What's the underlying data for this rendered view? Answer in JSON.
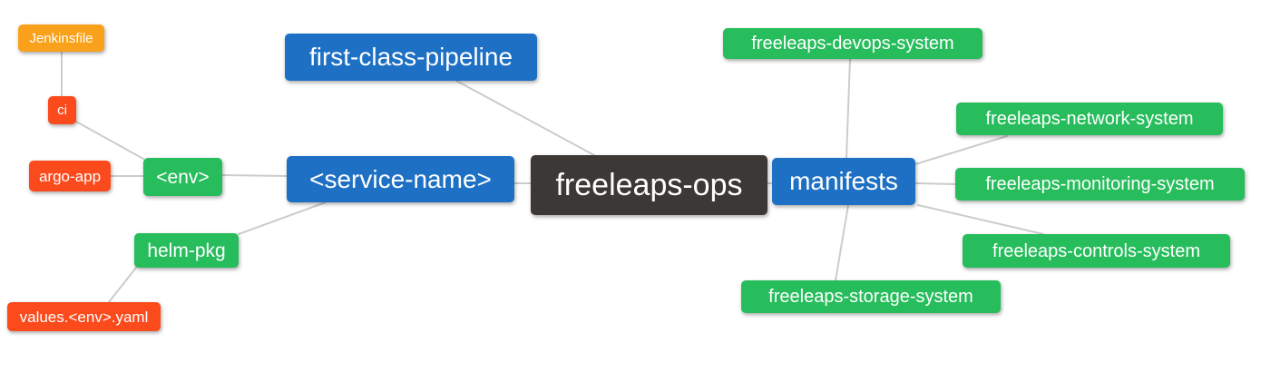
{
  "diagram": {
    "type": "mindmap",
    "colors": {
      "root_bg": "#3c3836",
      "branch_bg": "#1d70c4",
      "green_bg": "#27bd5c",
      "orange_bg": "#f9a11b",
      "red_bg": "#fb4a1c",
      "edge": "#cccccc",
      "text": "#ffffff",
      "canvas_bg": "#ffffff"
    },
    "nodes": [
      {
        "id": "jenkinsfile",
        "label": "Jenkinsfile",
        "color": "orange"
      },
      {
        "id": "ci",
        "label": "ci",
        "color": "red"
      },
      {
        "id": "argo-app",
        "label": "argo-app",
        "color": "red"
      },
      {
        "id": "env",
        "label": "<env>",
        "color": "green"
      },
      {
        "id": "helm-pkg",
        "label": "helm-pkg",
        "color": "green"
      },
      {
        "id": "values-env-yaml",
        "label": "values.<env>.yaml",
        "color": "red"
      },
      {
        "id": "first-class-pipeline",
        "label": "first-class-pipeline",
        "color": "blue"
      },
      {
        "id": "service-name",
        "label": "<service-name>",
        "color": "blue"
      },
      {
        "id": "freeleaps-ops",
        "label": "freeleaps-ops",
        "color": "dark"
      },
      {
        "id": "manifests",
        "label": "manifests",
        "color": "blue"
      },
      {
        "id": "devops-system",
        "label": "freeleaps-devops-system",
        "color": "green"
      },
      {
        "id": "network-system",
        "label": "freeleaps-network-system",
        "color": "green"
      },
      {
        "id": "monitoring-system",
        "label": "freeleaps-monitoring-system",
        "color": "green"
      },
      {
        "id": "controls-system",
        "label": "freeleaps-controls-system",
        "color": "green"
      },
      {
        "id": "storage-system",
        "label": "freeleaps-storage-system",
        "color": "green"
      }
    ],
    "edges": [
      {
        "from": "freeleaps-ops",
        "to": "first-class-pipeline"
      },
      {
        "from": "freeleaps-ops",
        "to": "<service-name>"
      },
      {
        "from": "freeleaps-ops",
        "to": "manifests"
      },
      {
        "from": "<service-name>",
        "to": "<env>"
      },
      {
        "from": "<service-name>",
        "to": "helm-pkg"
      },
      {
        "from": "<env>",
        "to": "ci"
      },
      {
        "from": "<env>",
        "to": "argo-app"
      },
      {
        "from": "ci",
        "to": "Jenkinsfile"
      },
      {
        "from": "helm-pkg",
        "to": "values.<env>.yaml"
      },
      {
        "from": "manifests",
        "to": "freeleaps-devops-system"
      },
      {
        "from": "manifests",
        "to": "freeleaps-network-system"
      },
      {
        "from": "manifests",
        "to": "freeleaps-monitoring-system"
      },
      {
        "from": "manifests",
        "to": "freeleaps-controls-system"
      },
      {
        "from": "manifests",
        "to": "freeleaps-storage-system"
      }
    ]
  }
}
